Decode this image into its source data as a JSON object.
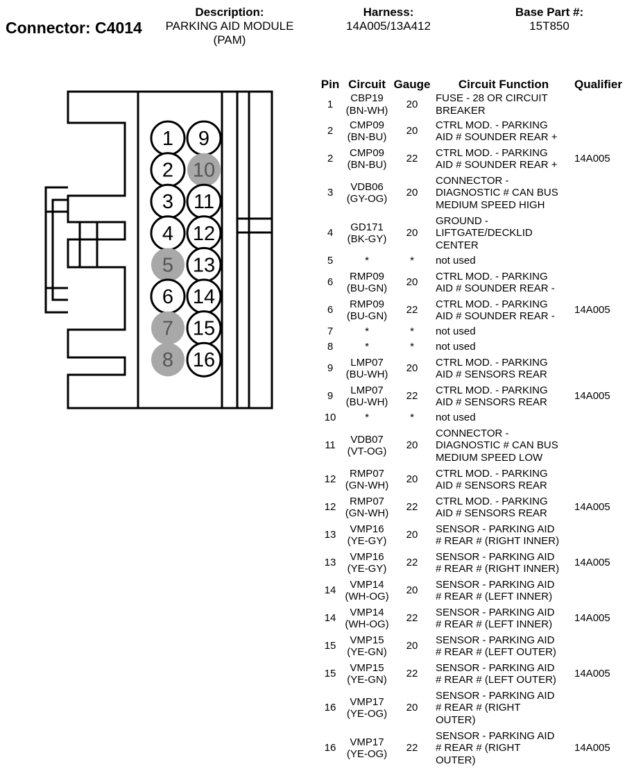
{
  "header": {
    "connector_label": "Connector: C4014",
    "description_heading": "Description:",
    "description_line1": "PARKING AID MODULE",
    "description_line2": "(PAM)",
    "harness_heading": "Harness:",
    "harness_value": "14A005/13A412",
    "base_part_heading": "Base Part #:",
    "base_part_value": "15T850"
  },
  "table": {
    "headers": {
      "pin": "Pin",
      "circuit": "Circuit",
      "gauge": "Gauge",
      "function": "Circuit Function",
      "qualifier": "Qualifier"
    },
    "rows": [
      {
        "pin": "1",
        "circuit": "CBP19",
        "color": "(BN-WH)",
        "gauge": "20",
        "function": [
          "FUSE - 28 OR CIRCUIT",
          "BREAKER"
        ],
        "qualifier": ""
      },
      {
        "pin": "2",
        "circuit": "CMP09",
        "color": "(BN-BU)",
        "gauge": "20",
        "function": [
          "CTRL MOD. - PARKING",
          "AID # SOUNDER REAR +"
        ],
        "qualifier": ""
      },
      {
        "pin": "2",
        "circuit": "CMP09",
        "color": "(BN-BU)",
        "gauge": "22",
        "function": [
          "CTRL MOD. - PARKING",
          "AID # SOUNDER REAR +"
        ],
        "qualifier": "14A005"
      },
      {
        "pin": "3",
        "circuit": "VDB06",
        "color": "(GY-OG)",
        "gauge": "20",
        "function": [
          "CONNECTOR -",
          "DIAGNOSTIC # CAN BUS",
          "MEDIUM SPEED HIGH"
        ],
        "qualifier": ""
      },
      {
        "pin": "4",
        "circuit": "GD171",
        "color": "(BK-GY)",
        "gauge": "20",
        "function": [
          "GROUND -",
          "LIFTGATE/DECKLID",
          "CENTER"
        ],
        "qualifier": ""
      },
      {
        "pin": "5",
        "circuit": "*",
        "color": "",
        "gauge": "*",
        "function": [
          "not used"
        ],
        "qualifier": ""
      },
      {
        "pin": "6",
        "circuit": "RMP09",
        "color": "(BU-GN)",
        "gauge": "20",
        "function": [
          "CTRL MOD. - PARKING",
          "AID # SOUNDER REAR -"
        ],
        "qualifier": ""
      },
      {
        "pin": "6",
        "circuit": "RMP09",
        "color": "(BU-GN)",
        "gauge": "22",
        "function": [
          "CTRL MOD. - PARKING",
          "AID # SOUNDER REAR -"
        ],
        "qualifier": "14A005"
      },
      {
        "pin": "7",
        "circuit": "*",
        "color": "",
        "gauge": "*",
        "function": [
          "not used"
        ],
        "qualifier": ""
      },
      {
        "pin": "8",
        "circuit": "*",
        "color": "",
        "gauge": "*",
        "function": [
          "not used"
        ],
        "qualifier": ""
      },
      {
        "pin": "9",
        "circuit": "LMP07",
        "color": "(BU-WH)",
        "gauge": "20",
        "function": [
          "CTRL MOD. - PARKING",
          "AID # SENSORS REAR"
        ],
        "qualifier": ""
      },
      {
        "pin": "9",
        "circuit": "LMP07",
        "color": "(BU-WH)",
        "gauge": "22",
        "function": [
          "CTRL MOD. - PARKING",
          "AID # SENSORS REAR"
        ],
        "qualifier": "14A005"
      },
      {
        "pin": "10",
        "circuit": "*",
        "color": "",
        "gauge": "*",
        "function": [
          "not used"
        ],
        "qualifier": ""
      },
      {
        "pin": "11",
        "circuit": "VDB07",
        "color": "(VT-OG)",
        "gauge": "20",
        "function": [
          "CONNECTOR -",
          "DIAGNOSTIC # CAN BUS",
          "MEDIUM SPEED LOW"
        ],
        "qualifier": ""
      },
      {
        "pin": "12",
        "circuit": "RMP07",
        "color": "(GN-WH)",
        "gauge": "20",
        "function": [
          "CTRL MOD. - PARKING",
          "AID # SENSORS REAR"
        ],
        "qualifier": ""
      },
      {
        "pin": "12",
        "circuit": "RMP07",
        "color": "(GN-WH)",
        "gauge": "22",
        "function": [
          "CTRL MOD. - PARKING",
          "AID # SENSORS REAR"
        ],
        "qualifier": "14A005"
      },
      {
        "pin": "13",
        "circuit": "VMP16",
        "color": "(YE-GY)",
        "gauge": "20",
        "function": [
          "SENSOR - PARKING AID",
          "# REAR # (RIGHT INNER)"
        ],
        "qualifier": ""
      },
      {
        "pin": "13",
        "circuit": "VMP16",
        "color": "(YE-GY)",
        "gauge": "22",
        "function": [
          "SENSOR - PARKING AID",
          "# REAR # (RIGHT INNER)"
        ],
        "qualifier": "14A005"
      },
      {
        "pin": "14",
        "circuit": "VMP14",
        "color": "(WH-OG)",
        "gauge": "20",
        "function": [
          "SENSOR - PARKING AID",
          "# REAR # (LEFT INNER)"
        ],
        "qualifier": ""
      },
      {
        "pin": "14",
        "circuit": "VMP14",
        "color": "(WH-OG)",
        "gauge": "22",
        "function": [
          "SENSOR - PARKING AID",
          "# REAR # (LEFT INNER)"
        ],
        "qualifier": "14A005"
      },
      {
        "pin": "15",
        "circuit": "VMP15",
        "color": "(YE-GN)",
        "gauge": "20",
        "function": [
          "SENSOR - PARKING AID",
          "# REAR # (LEFT OUTER)"
        ],
        "qualifier": ""
      },
      {
        "pin": "15",
        "circuit": "VMP15",
        "color": "(YE-GN)",
        "gauge": "22",
        "function": [
          "SENSOR - PARKING AID",
          "# REAR # (LEFT OUTER)"
        ],
        "qualifier": "14A005"
      },
      {
        "pin": "16",
        "circuit": "VMP17",
        "color": "(YE-OG)",
        "gauge": "20",
        "function": [
          "SENSOR - PARKING AID",
          "# REAR # (RIGHT",
          "OUTER)"
        ],
        "qualifier": ""
      },
      {
        "pin": "16",
        "circuit": "VMP17",
        "color": "(YE-OG)",
        "gauge": "22",
        "function": [
          "SENSOR - PARKING AID",
          "# REAR # (RIGHT",
          "OUTER)"
        ],
        "qualifier": "14A005"
      }
    ]
  },
  "diagram": {
    "unused_fill": "#a8a8a8",
    "unused_text": "#555555",
    "cavities": [
      {
        "label": "1",
        "used": true
      },
      {
        "label": "9",
        "used": true
      },
      {
        "label": "2",
        "used": true
      },
      {
        "label": "10",
        "used": false
      },
      {
        "label": "3",
        "used": true
      },
      {
        "label": "11",
        "used": true
      },
      {
        "label": "4",
        "used": true
      },
      {
        "label": "12",
        "used": true
      },
      {
        "label": "5",
        "used": false
      },
      {
        "label": "13",
        "used": true
      },
      {
        "label": "6",
        "used": true
      },
      {
        "label": "14",
        "used": true
      },
      {
        "label": "7",
        "used": false
      },
      {
        "label": "15",
        "used": true
      },
      {
        "label": "8",
        "used": false
      },
      {
        "label": "16",
        "used": true
      }
    ]
  }
}
